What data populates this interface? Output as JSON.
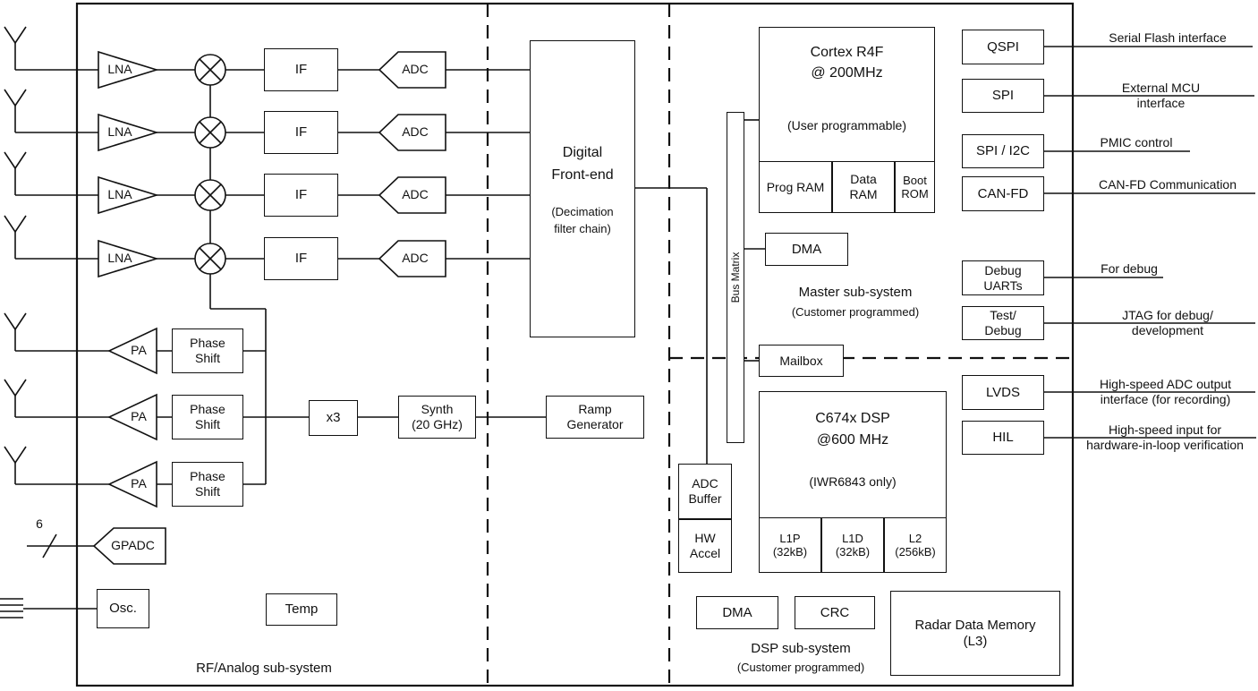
{
  "sections": {
    "rf": {
      "label": "RF/Analog sub-system"
    },
    "master": {
      "label": "Master sub-system",
      "sublabel": "(Customer programmed)"
    },
    "dsp": {
      "label": "DSP sub-system",
      "sublabel": "(Customer programmed)"
    }
  },
  "rf": {
    "lna": "LNA",
    "if": "IF",
    "adc": "ADC",
    "pa": "PA",
    "phase_shift": "Phase\nShift",
    "x3": "x3",
    "synth": "Synth\n(20 GHz)",
    "ramp": "Ramp\nGenerator",
    "gpadc": "GPADC",
    "gpadc_count": "6",
    "osc": "Osc.",
    "temp": "Temp",
    "dfe_title": "Digital\nFront-end",
    "dfe_sub": "(Decimation\nfilter chain)"
  },
  "master": {
    "cortex_title": "Cortex R4F\n@ 200MHz",
    "cortex_sub": "(User programmable)",
    "prog_ram": "Prog RAM",
    "data_ram": "Data\nRAM",
    "boot_rom": "Boot\nROM",
    "dma": "DMA",
    "bus_matrix": "Bus Matrix",
    "mailbox": "Mailbox"
  },
  "dsp": {
    "dsp_title": "C674x DSP\n@600 MHz",
    "dsp_sub": "(IWR6843 only)",
    "l1p": "L1P\n(32kB)",
    "l1d": "L1D\n(32kB)",
    "l2": "L2\n(256kB)",
    "adc_buffer": "ADC\nBuffer",
    "hw_accel": "HW\nAccel",
    "dma": "DMA",
    "crc": "CRC",
    "radar_memory": "Radar Data Memory\n(L3)"
  },
  "interfaces": [
    {
      "box": "QSPI",
      "label": "Serial Flash interface"
    },
    {
      "box": "SPI",
      "label": "External MCU\ninterface"
    },
    {
      "box": "SPI / I2C",
      "label": "PMIC control"
    },
    {
      "box": "CAN-FD",
      "label": "CAN-FD Communication"
    },
    {
      "box": "Debug\nUARTs",
      "label": "For debug"
    },
    {
      "box": "Test/\nDebug",
      "label": "JTAG for debug/\ndevelopment"
    },
    {
      "box": "LVDS",
      "label": "High-speed ADC output\ninterface (for recording)"
    },
    {
      "box": "HIL",
      "label": "High-speed input for\nhardware-in-loop verification"
    }
  ],
  "colors": {
    "line": "#111111",
    "background": "#ffffff"
  }
}
